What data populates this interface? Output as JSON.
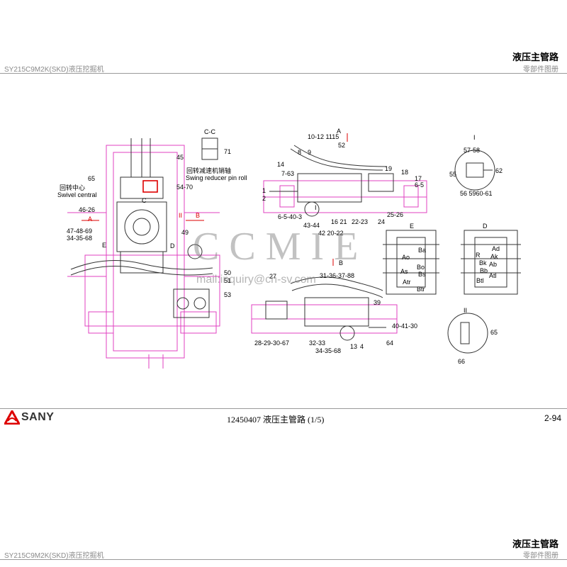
{
  "header_top": {
    "title": "液压主管路",
    "model": "SY215C9M2K(SKD)液压挖掘机",
    "catalog": "零部件图册"
  },
  "header_bottom": {
    "title": "液压主管路",
    "model": "SY215C9M2K(SKD)液压挖掘机",
    "catalog": "零部件图册"
  },
  "footer": {
    "brand": "SANY",
    "caption": "12450407 液压主管路 (1/5)",
    "page": "2-94"
  },
  "watermark": {
    "main": "CCMIE",
    "email": "mail:inquiry@cn-sv.com"
  },
  "section_cc": {
    "label": "C-C",
    "part": "71",
    "note_cn": "回转减速机销轴",
    "note_en": "Swing reducer pin roll"
  },
  "swivel_note": {
    "cn": "回转中心",
    "en": "Swivel central"
  },
  "view_labels": {
    "A": "A",
    "B": "B",
    "C": "C",
    "D": "D",
    "E": "E",
    "I": "I",
    "II": "II"
  },
  "left_callouts": [
    "45",
    "65",
    "54-70",
    "46-26",
    "47-48-69",
    "34-35-68",
    "49",
    "50",
    "51",
    "53"
  ],
  "center_callouts": [
    "10-12 1115",
    "52",
    "8",
    "9",
    "14",
    "7-63",
    "19",
    "18",
    "17",
    "6-5",
    "1",
    "2",
    "6-5-40-3",
    "43-44",
    "42 20-22",
    "16 21",
    "22-23",
    "24",
    "25-26"
  ],
  "bottom_callouts": [
    "27",
    "31-36-37-88",
    "39",
    "40-41-30",
    "28-29-30-67",
    "32-33",
    "34-35-68",
    "13",
    "4",
    "64"
  ],
  "detail_I": [
    "57-58",
    "55",
    "62",
    "56 5960-61"
  ],
  "detail_II": [
    "65",
    "66"
  ],
  "valve_E_ports": [
    "Ba",
    "Ao",
    "Bo",
    "As",
    "Bs",
    "Atr",
    "Btr"
  ],
  "valve_D_ports": [
    "Ad",
    "R",
    "Ak",
    "Ab",
    "Bk",
    "Bb",
    "Btl",
    "Atl"
  ]
}
